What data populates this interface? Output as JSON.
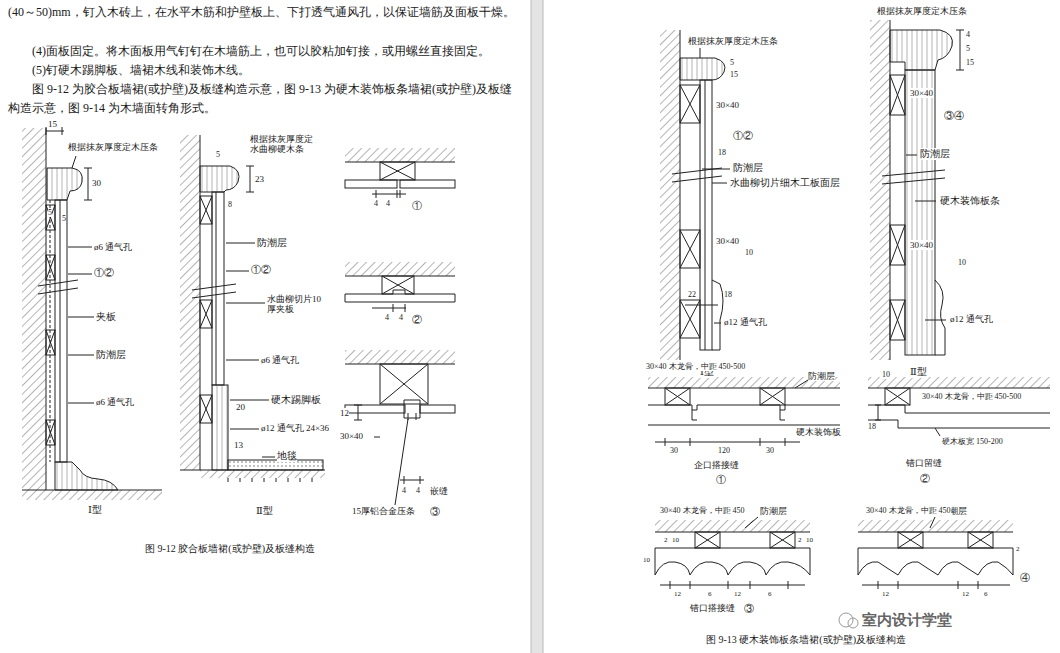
{
  "diagram": {
    "labels": [
      "(40～50)mm，钉入木砖上，在水平木筋和护壁板上、下打透气通风孔，以保证墙筋及面板干燥。",
      "(4)面板固定。将木面板用气钉钉在木墙筋上，也可以胶粘加钉接，或用螺丝直接固定。",
      "(5)钉硬木踢脚板、墙裙木线和装饰木线。",
      "图 9-12 为胶合板墙裙(或护壁)及板缝构造示意，图 9-13 为硬木装饰板条墙裙(或护壁)及板缝构造示意，图 9-14 为木墙面转角形式。",
      "15",
      "根据抹灰厚度定木压条",
      "30",
      "5",
      "5",
      "ø6 通气孔",
      "①②",
      "夹板",
      "防潮层",
      "ø6 通气孔",
      "Ⅰ型",
      "根据抹灰厚度定水曲柳硬木条",
      "23",
      "5",
      "8",
      "防潮层",
      "①②",
      "水曲柳切片10厚夹板",
      "ø6 通气孔",
      "20",
      "硬木踢脚板",
      "ø12 通气孔 24×36",
      "13",
      "地毯",
      "Ⅱ型",
      "①",
      "4",
      "4",
      "②",
      "4",
      "4",
      "30×40",
      "12",
      "4",
      "4",
      "嵌缝",
      "15厚铝合金压条",
      "③",
      "图 9-12  胶合板墙裙(或护壁)及板缝构造",
      "根据抹灰厚度定木压条",
      "15",
      "5",
      "30×40",
      "①②",
      "18",
      "防潮层",
      "水曲柳切片细木工板面层",
      "30×40",
      "10",
      "22",
      "18",
      "ø12 通气孔",
      "Ⅰ型",
      "根据抹灰厚度定木压条",
      "15",
      "4",
      "5",
      "30×40",
      "③④",
      "防潮层",
      "硬木装饰板条",
      "30×40",
      "10",
      "ø12 通气孔",
      "Ⅱ型",
      "30×40 木龙骨，中距 450-500",
      "防潮层",
      "硬木装饰板",
      "30",
      "120",
      "30",
      "企口搭接缝",
      "①",
      "10",
      "18",
      "30×40 木龙骨，中距 450-500",
      "硬木板宽 150-200",
      "错口留缝",
      "②",
      "防潮层",
      "30×40 木龙骨，中距 450",
      "2",
      "10",
      "2",
      "10",
      "10",
      "12",
      "6",
      "12",
      "6",
      "错口搭接缝",
      "③",
      "防潮层",
      "30×40 木龙骨，中距 450",
      "12",
      "2",
      "12",
      "6",
      "④",
      "图 9-13  硬木装饰板条墙裙(或护壁)及板缝构造",
      "室内设计学堂"
    ]
  }
}
